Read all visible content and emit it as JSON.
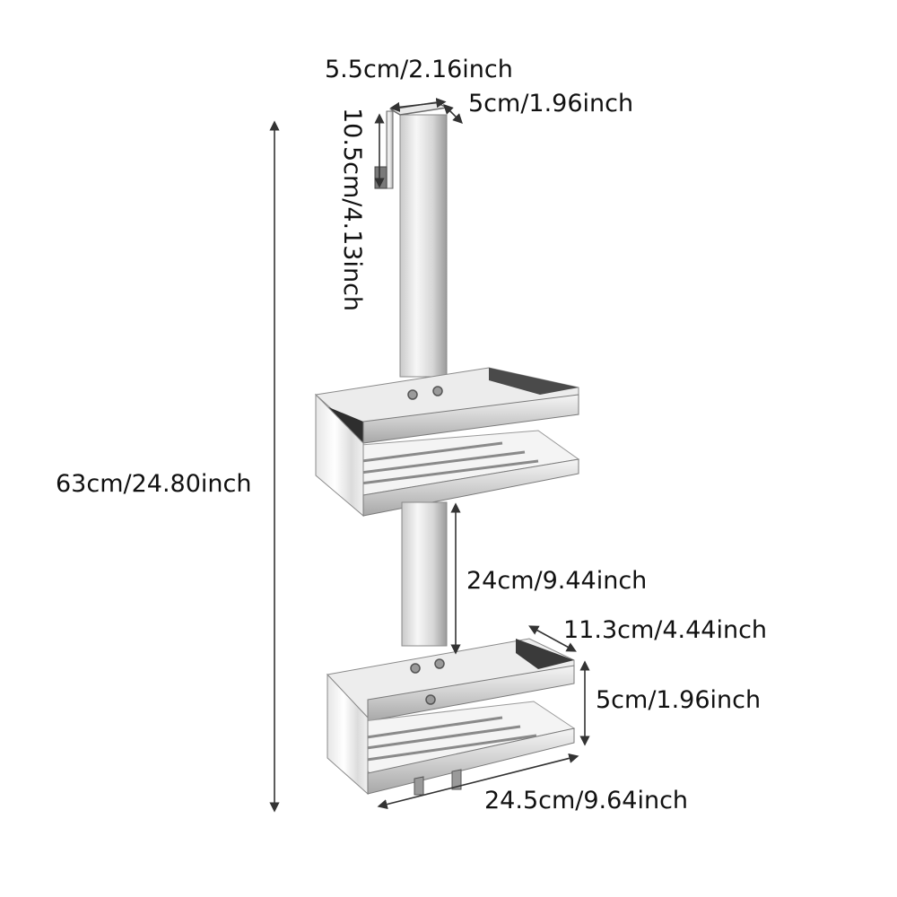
{
  "dimensions": {
    "hook_width": "5.5cm/2.16inch",
    "hook_depth": "5cm/1.96inch",
    "hook_height": "10.5cm/4.13inch",
    "total_height": "63cm/24.80inch",
    "shelf_gap": "24cm/9.44inch",
    "basket_depth": "11.3cm/4.44inch",
    "basket_height": "5cm/1.96inch",
    "basket_width": "24.5cm/9.64inch"
  },
  "colors": {
    "text": "#111111",
    "dimension_line": "#333333",
    "steel_light": "#f2f2f2",
    "steel_mid": "#bdbdbd",
    "steel_dark": "#3a3a3a"
  }
}
